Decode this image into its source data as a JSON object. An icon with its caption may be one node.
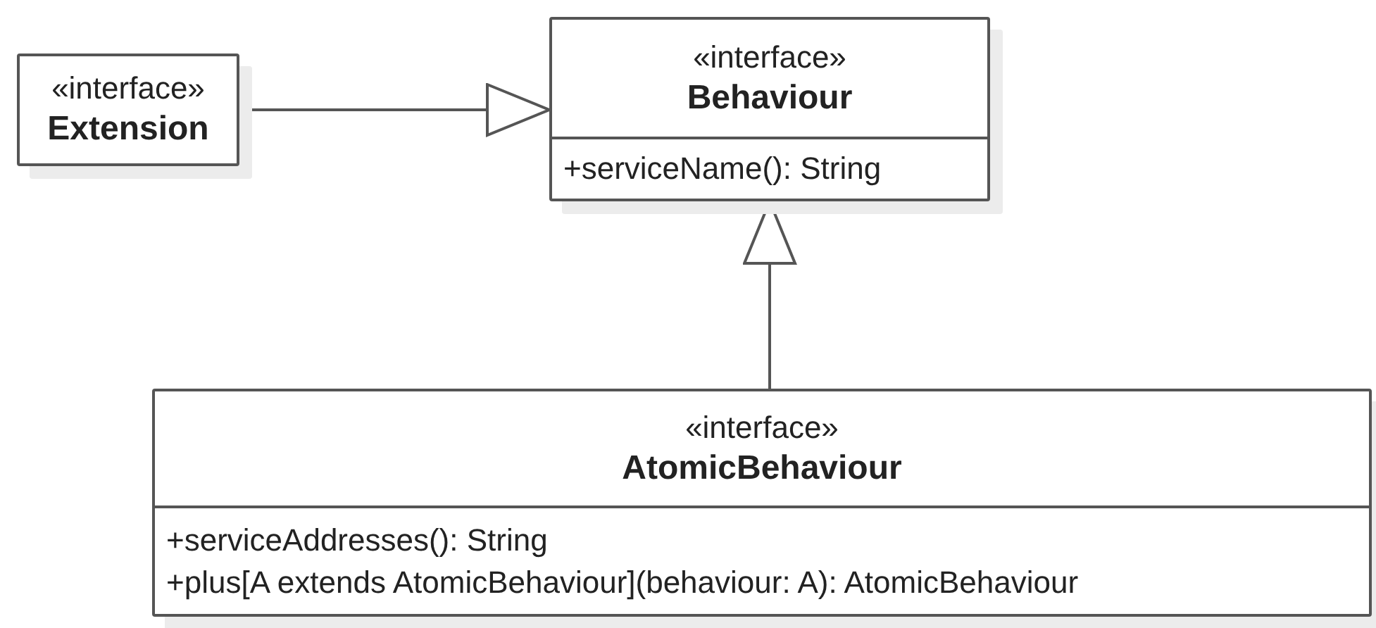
{
  "diagram": {
    "nodes": [
      {
        "text": [
          "«interface»",
          "Extension"
        ]
      },
      {
        "text": [
          "«interface»",
          "Behaviour",
          "+serviceName(): String"
        ]
      },
      {
        "text": [
          "«interface»",
          "AtomicBehaviour",
          "+serviceAddresses(): String",
          "+plus[A extends AtomicBehaviour](behaviour: A): AtomicBehaviour"
        ]
      }
    ],
    "edges": [
      {
        "from": 0,
        "to": 1,
        "arrow": "to"
      },
      {
        "from": 2,
        "to": 1,
        "arrow": "to"
      }
    ]
  }
}
